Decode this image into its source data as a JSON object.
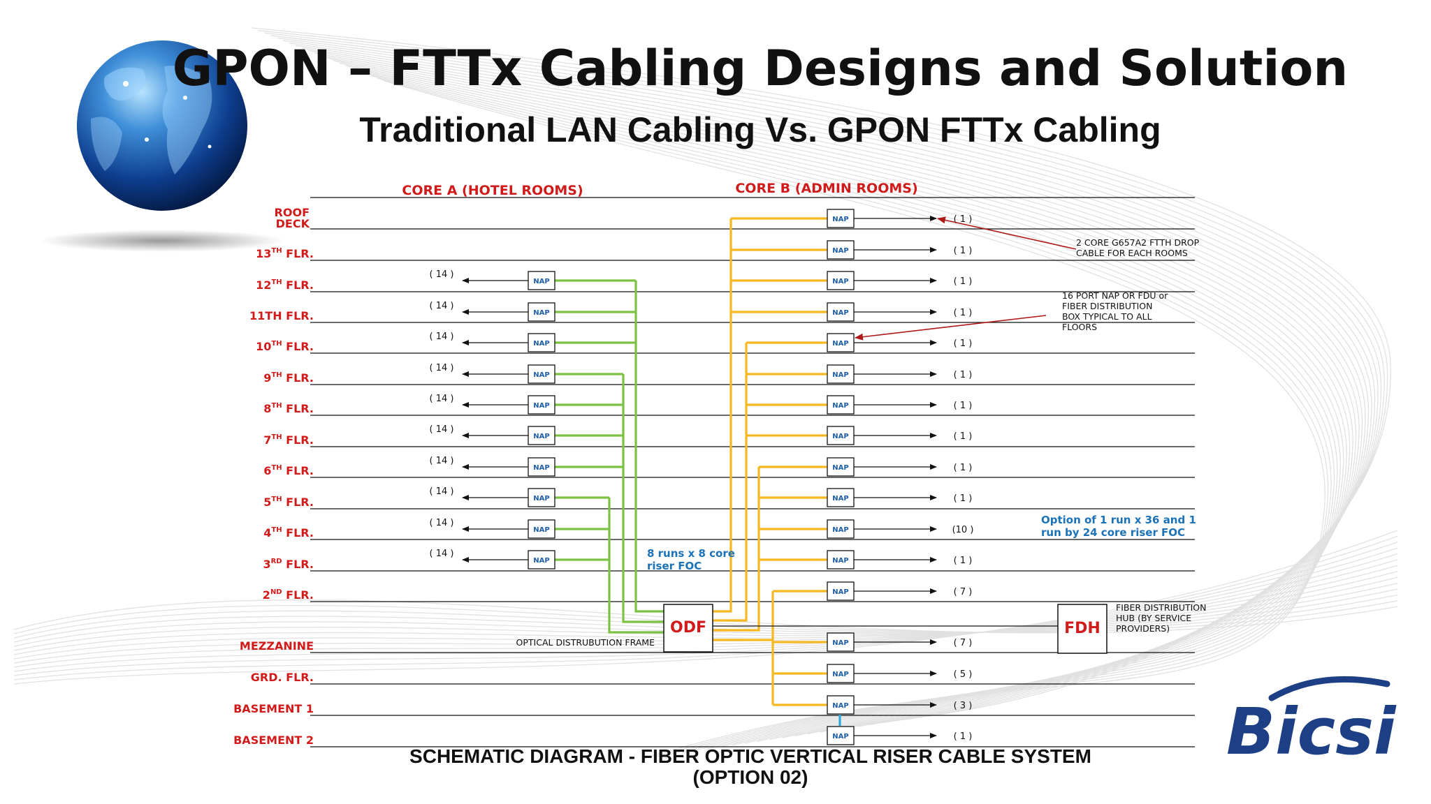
{
  "title": "GPON – FTTx  Cabling Designs and Solution",
  "subtitle": "Traditional LAN Cabling  Vs. GPON FTTx  Cabling",
  "core_a_label": "CORE A  (HOTEL ROOMS)",
  "core_b_label": "CORE B  (ADMIN ROOMS)",
  "nap_label": "NAP",
  "floors": [
    {
      "id": "roof",
      "label": "ROOF",
      "label2": "DECK",
      "sup": "",
      "core_a": "",
      "core_b": "( 1 )"
    },
    {
      "id": "13",
      "label": "13",
      "label2": "",
      "sup": "TH",
      "suffix": " FLR.",
      "core_a": "",
      "core_b": "( 1 )"
    },
    {
      "id": "12",
      "label": "12",
      "label2": "",
      "sup": "TH",
      "suffix": " FLR.",
      "core_a": "( 14 )",
      "core_b": "( 1 )"
    },
    {
      "id": "11",
      "label": "11TH FLR.",
      "label2": "",
      "sup": "",
      "suffix": "",
      "core_a": "( 14 )",
      "core_b": "( 1 )"
    },
    {
      "id": "10",
      "label": "10",
      "label2": "",
      "sup": "TH",
      "suffix": " FLR.",
      "core_a": "( 14 )",
      "core_b": "( 1 )"
    },
    {
      "id": "9",
      "label": "9",
      "label2": "",
      "sup": "TH",
      "suffix": " FLR.",
      "core_a": "( 14 )",
      "core_b": "( 1 )"
    },
    {
      "id": "8",
      "label": "8",
      "label2": "",
      "sup": "TH",
      "suffix": " FLR.",
      "core_a": "( 14 )",
      "core_b": "( 1 )"
    },
    {
      "id": "7",
      "label": "7",
      "label2": "",
      "sup": "TH",
      "suffix": " FLR.",
      "core_a": "( 14 )",
      "core_b": "( 1 )"
    },
    {
      "id": "6",
      "label": "6",
      "label2": "",
      "sup": "TH",
      "suffix": " FLR.",
      "core_a": "( 14 )",
      "core_b": "( 1 )"
    },
    {
      "id": "5",
      "label": "5",
      "label2": "",
      "sup": "TH",
      "suffix": " FLR.",
      "core_a": "( 14 )",
      "core_b": "( 1 )"
    },
    {
      "id": "4",
      "label": "4",
      "label2": "",
      "sup": "TH",
      "suffix": " FLR.",
      "core_a": "( 14 )",
      "core_b": "(10 )"
    },
    {
      "id": "3",
      "label": "3",
      "label2": "",
      "sup": "RD",
      "suffix": "  FLR.",
      "core_a": "( 14 )",
      "core_b": "( 1 )"
    },
    {
      "id": "2",
      "label": "2",
      "label2": "",
      "sup": "ND",
      "suffix": "  FLR.",
      "core_a": "",
      "core_b": "( 7 )"
    },
    {
      "id": "mez",
      "label": "MEZZANINE",
      "label2": "",
      "sup": "",
      "suffix": "",
      "core_a": "",
      "core_b": "( 7 )"
    },
    {
      "id": "grd",
      "label": "GRD. FLR.",
      "label2": "",
      "sup": "",
      "suffix": "",
      "core_a": "",
      "core_b": "( 5 )"
    },
    {
      "id": "b1",
      "label": "BASEMENT 1",
      "label2": "",
      "sup": "",
      "suffix": "",
      "core_a": "",
      "core_b": "( 3 )"
    },
    {
      "id": "b2",
      "label": "BASEMENT 2",
      "label2": "",
      "sup": "",
      "suffix": "",
      "core_a": "",
      "core_b": "( 1 )"
    }
  ],
  "notes": {
    "drop_cable": [
      "2 CORE G657A2 FTTH DROP",
      "CABLE FOR EACH ROOMS"
    ],
    "nap_box": [
      "16 PORT NAP OR FDU or",
      "FIBER        DISTRIBUTION",
      "BOX   TYPICAL   TO   ALL",
      "FLOORS"
    ],
    "riser_a": [
      "8 runs x  8 core",
      "riser  FOC"
    ],
    "riser_b": [
      "Option of  1 run x 36 and 1",
      "run by 24 core riser  FOC"
    ],
    "odf_caption": "OPTICAL DISTRUBUTION FRAME",
    "fdh_caption": [
      "FIBER DISTRIBUTION",
      "HUB  (BY SERVICE",
      "PROVIDERS)"
    ]
  },
  "odf_label": "ODF",
  "fdh_label": "FDH",
  "footer": [
    "SCHEMATIC  DIAGRAM  -  FIBER  OPTIC  VERTICAL  RISER  CABLE  SYSTEM",
    "(OPTION 02)"
  ],
  "logo_text": "Bicsi",
  "colors": {
    "accent_red": "#d11a1a",
    "riser_green": "#7cc242",
    "riser_yellow": "#f5b820",
    "nap_blue": "#1f5fa8",
    "note_blue": "#1a72b8",
    "logo_navy": "#1d3f86"
  }
}
